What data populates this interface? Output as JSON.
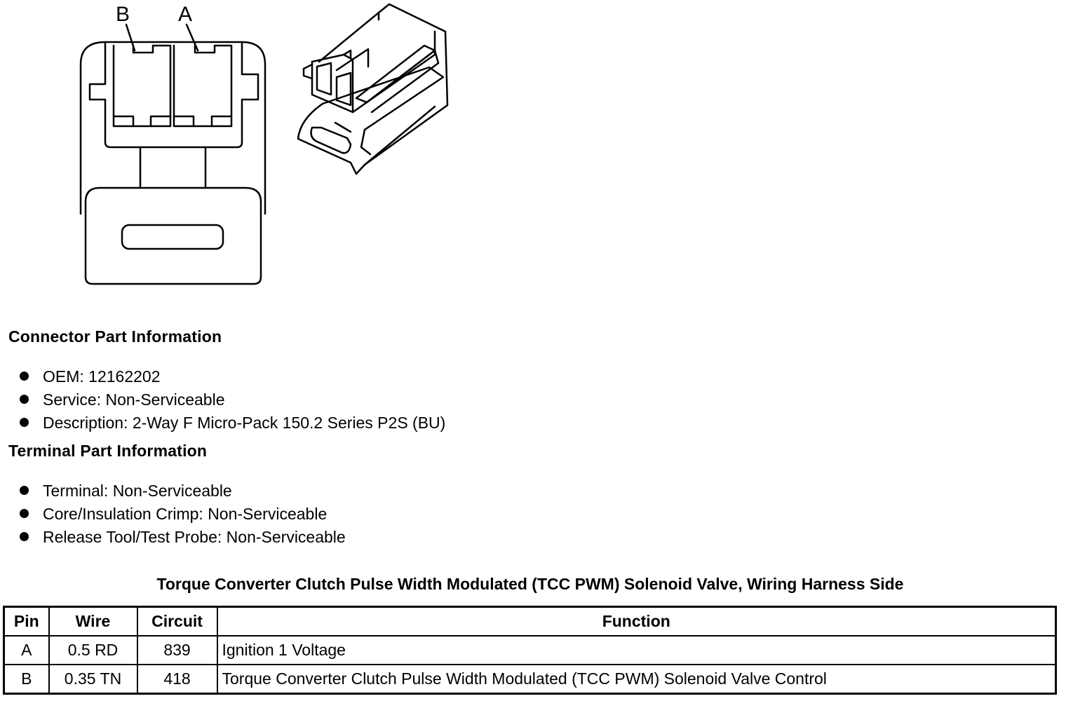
{
  "diagram": {
    "pin_labels": [
      "B",
      "A"
    ],
    "front_view_icon": "connector-face-view",
    "iso_view_icon": "connector-isometric-view"
  },
  "connector_info": {
    "title": "Connector Part Information",
    "items": [
      "OEM: 12162202",
      "Service: Non-Serviceable",
      "Description: 2-Way F Micro-Pack 150.2 Series P2S (BU)"
    ]
  },
  "terminal_info": {
    "title": "Terminal Part Information",
    "items": [
      "Terminal: Non-Serviceable",
      "Core/Insulation Crimp: Non-Serviceable",
      "Release Tool/Test Probe: Non-Serviceable"
    ]
  },
  "pin_table": {
    "caption": "Torque Converter Clutch Pulse Width Modulated (TCC PWM) Solenoid Valve, Wiring Harness Side",
    "headers": [
      "Pin",
      "Wire",
      "Circuit",
      "Function"
    ],
    "rows": [
      [
        "A",
        "0.5 RD",
        "839",
        "Ignition 1 Voltage"
      ],
      [
        "B",
        "0.35 TN",
        "418",
        "Torque Converter Clutch Pulse Width Modulated (TCC PWM) Solenoid Valve Control"
      ]
    ]
  }
}
